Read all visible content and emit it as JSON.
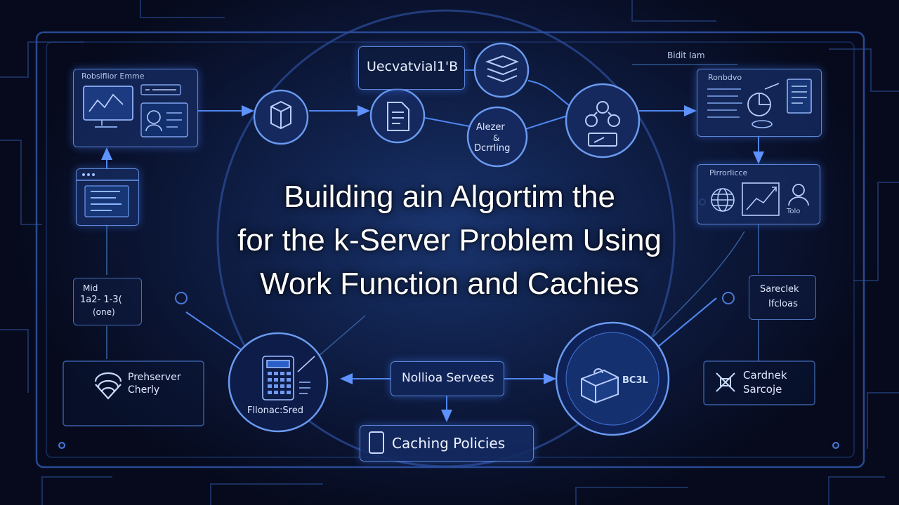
{
  "title": {
    "line1": "Building ain Algortim the",
    "line2": "for the k-Server Problem Using",
    "line3": "Work Function and Cachies"
  },
  "nodes": {
    "top_left_panel": "Robsiflior Emme",
    "top_center_box": "Uecvatvial1'B",
    "analyzer": {
      "line1": "Alezer",
      "line2": "&",
      "line3": "Dcrrling"
    },
    "top_right_label": "Bidit Iam",
    "right_panel_1": "Ronbdvo",
    "right_panel_2": "Pirrorlicce",
    "right_panel_2_caption": "Tolo",
    "left_small": {
      "line1": "Mid",
      "line2": "1a2- 1-3(",
      "line3": "(one)"
    },
    "right_small": {
      "line1": "Sareclek",
      "line2": "Ifcloas"
    },
    "prehserver": {
      "line1": "Prehserver",
      "line2": "Cherly"
    },
    "calculator_caption": "Fllonac:Sred",
    "nolling_servers": "Nollioa Servees",
    "caching_policies": "Caching Policies",
    "cache_node_caption": "BC3L",
    "cardnek": {
      "line1": "Cardnek",
      "line2": "Sarcoje"
    }
  },
  "colors": {
    "background": "#070c1f",
    "line": "#4f86f0",
    "node_border": "#6a9af0",
    "text": "#dfe8ff"
  },
  "icons": [
    "monitor-icon",
    "chart-icon",
    "person-icon",
    "window-icon",
    "cube-icon",
    "document-icon",
    "stack-icon",
    "network-icon",
    "chart-document-icon",
    "globe-icon",
    "trend-chart-icon",
    "user-icon",
    "signal-icon",
    "calculator-icon",
    "database-icon",
    "phone-icon",
    "box-icon",
    "tools-icon"
  ]
}
